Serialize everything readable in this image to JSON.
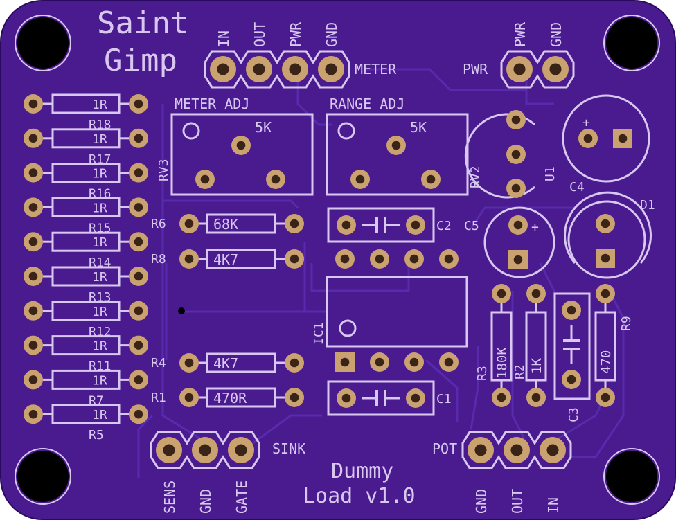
{
  "board": {
    "title_line1": "Saint",
    "title_line2": "Gimp",
    "footer_line1": "Dummy",
    "footer_line2": "Load v1.0",
    "colors": {
      "board": "#4a1a8f",
      "silk": "#d8c8f0",
      "pad": "#c9a270",
      "pad_hole": "#3a2418",
      "mount_hole": "#000000"
    }
  },
  "headers": {
    "meter": {
      "label": "METER",
      "pins": [
        "IN",
        "OUT",
        "PWR",
        "GND"
      ]
    },
    "power": {
      "label": "PWR",
      "pins": [
        "PWR",
        "GND"
      ]
    },
    "sink": {
      "label": "SINK",
      "pins": [
        "SENS",
        "GND",
        "GATE"
      ]
    },
    "pot": {
      "label": "POT",
      "pins": [
        "GND",
        "OUT",
        "IN"
      ]
    }
  },
  "resistor_bank": [
    {
      "ref": "R18",
      "value": "1R"
    },
    {
      "ref": "R17",
      "value": "1R"
    },
    {
      "ref": "R16",
      "value": "1R"
    },
    {
      "ref": "R15",
      "value": "1R"
    },
    {
      "ref": "R14",
      "value": "1R"
    },
    {
      "ref": "R13",
      "value": "1R"
    },
    {
      "ref": "R12",
      "value": "1R"
    },
    {
      "ref": "R11",
      "value": "1R"
    },
    {
      "ref": "R7",
      "value": "1R"
    },
    {
      "ref": "R5",
      "value": "1R"
    }
  ],
  "trimmers": [
    {
      "ref": "RV3",
      "title": "METER ADJ",
      "value": "5K"
    },
    {
      "ref": "RV2",
      "title": "RANGE ADJ",
      "value": "5K"
    }
  ],
  "resistors_mid": [
    {
      "ref": "R6",
      "value": "68K"
    },
    {
      "ref": "R8",
      "value": "4K7"
    },
    {
      "ref": "R4",
      "value": "4K7"
    },
    {
      "ref": "R1",
      "value": "470R"
    }
  ],
  "resistors_vertical": [
    {
      "ref": "R3",
      "value": "180K"
    },
    {
      "ref": "R2",
      "value": "1K"
    },
    {
      "ref": "R9",
      "value": "470"
    }
  ],
  "capacitors": [
    {
      "ref": "C1"
    },
    {
      "ref": "C2"
    },
    {
      "ref": "C3"
    },
    {
      "ref": "C4"
    },
    {
      "ref": "C5"
    }
  ],
  "polarity_mark": "+",
  "chips": [
    {
      "ref": "IC1"
    },
    {
      "ref": "U1"
    },
    {
      "ref": "D1"
    }
  ]
}
